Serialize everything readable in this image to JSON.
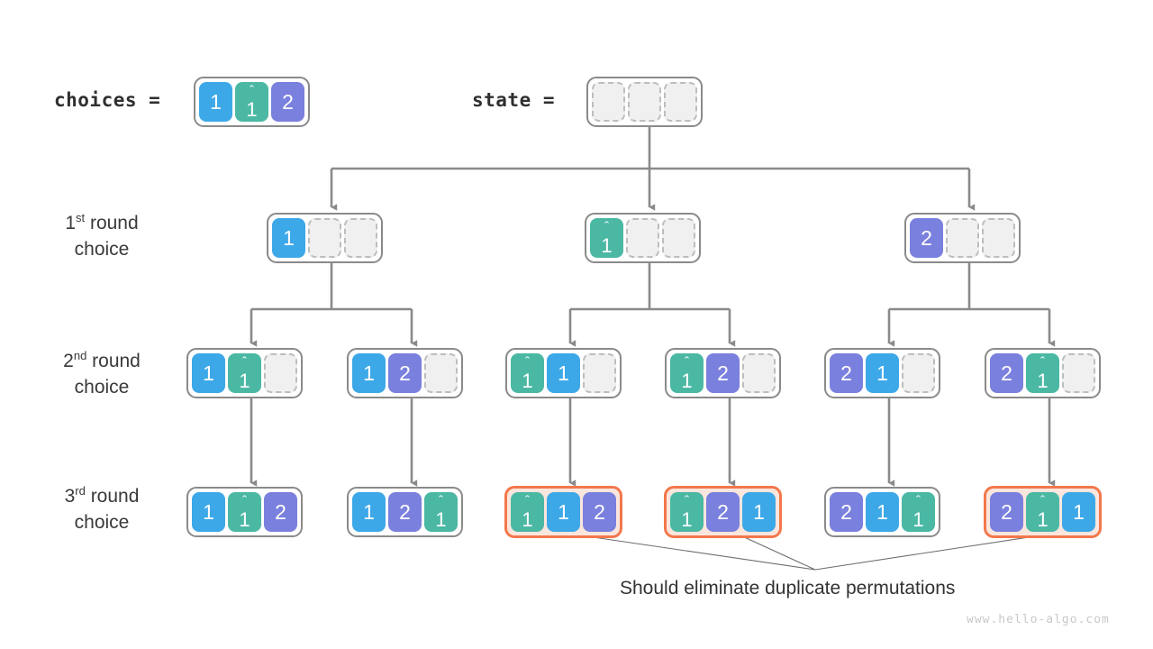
{
  "title": "Permutations backtracking tree with duplicate elements",
  "palette": {
    "blue": "#3da8e8",
    "green": "#4bb8a4",
    "purple": "#7a80dd",
    "empty_fill": "#f0f0f0",
    "empty_border": "#bdbdbd",
    "box_border": "#8a8a8a",
    "highlight_border": "#f2784b",
    "highlight_fill": "#fbe6de",
    "wire": "#8a8a8a",
    "thin_wire": "#707070",
    "text": "#333333",
    "watermark": "#c9c9c9"
  },
  "header": {
    "choices_label": "choices =",
    "state_label": "state =",
    "choices": [
      {
        "value": "1",
        "color": "blue",
        "hat": false
      },
      {
        "value": "1",
        "color": "green",
        "hat": true
      },
      {
        "value": "2",
        "color": "purple",
        "hat": false
      }
    ],
    "state": [
      {
        "value": "",
        "color": "empty",
        "hat": false
      },
      {
        "value": "",
        "color": "empty",
        "hat": false
      },
      {
        "value": "",
        "color": "empty",
        "hat": false
      }
    ]
  },
  "rows": [
    {
      "id": "round-1",
      "label_html": "1<sup>st</sup> round<br>choice",
      "label_text": "1st round choice",
      "nodes": [
        {
          "id": "r1n1",
          "highlight": false,
          "cells": [
            {
              "value": "1",
              "color": "blue",
              "hat": false
            },
            {
              "value": "",
              "color": "empty",
              "hat": false
            },
            {
              "value": "",
              "color": "empty",
              "hat": false
            }
          ]
        },
        {
          "id": "r1n2",
          "highlight": false,
          "cells": [
            {
              "value": "1",
              "color": "green",
              "hat": true
            },
            {
              "value": "",
              "color": "empty",
              "hat": false
            },
            {
              "value": "",
              "color": "empty",
              "hat": false
            }
          ]
        },
        {
          "id": "r1n3",
          "highlight": false,
          "cells": [
            {
              "value": "2",
              "color": "purple",
              "hat": false
            },
            {
              "value": "",
              "color": "empty",
              "hat": false
            },
            {
              "value": "",
              "color": "empty",
              "hat": false
            }
          ]
        }
      ]
    },
    {
      "id": "round-2",
      "label_html": "2<sup>nd</sup> round<br>choice",
      "label_text": "2nd round choice",
      "nodes": [
        {
          "id": "r2n1",
          "highlight": false,
          "cells": [
            {
              "value": "1",
              "color": "blue",
              "hat": false
            },
            {
              "value": "1",
              "color": "green",
              "hat": true
            },
            {
              "value": "",
              "color": "empty",
              "hat": false
            }
          ]
        },
        {
          "id": "r2n2",
          "highlight": false,
          "cells": [
            {
              "value": "1",
              "color": "blue",
              "hat": false
            },
            {
              "value": "2",
              "color": "purple",
              "hat": false
            },
            {
              "value": "",
              "color": "empty",
              "hat": false
            }
          ]
        },
        {
          "id": "r2n3",
          "highlight": false,
          "cells": [
            {
              "value": "1",
              "color": "green",
              "hat": true
            },
            {
              "value": "1",
              "color": "blue",
              "hat": false
            },
            {
              "value": "",
              "color": "empty",
              "hat": false
            }
          ]
        },
        {
          "id": "r2n4",
          "highlight": false,
          "cells": [
            {
              "value": "1",
              "color": "green",
              "hat": true
            },
            {
              "value": "2",
              "color": "purple",
              "hat": false
            },
            {
              "value": "",
              "color": "empty",
              "hat": false
            }
          ]
        },
        {
          "id": "r2n5",
          "highlight": false,
          "cells": [
            {
              "value": "2",
              "color": "purple",
              "hat": false
            },
            {
              "value": "1",
              "color": "blue",
              "hat": false
            },
            {
              "value": "",
              "color": "empty",
              "hat": false
            }
          ]
        },
        {
          "id": "r2n6",
          "highlight": false,
          "cells": [
            {
              "value": "2",
              "color": "purple",
              "hat": false
            },
            {
              "value": "1",
              "color": "green",
              "hat": true
            },
            {
              "value": "",
              "color": "empty",
              "hat": false
            }
          ]
        }
      ]
    },
    {
      "id": "round-3",
      "label_html": "3<sup>rd</sup> round<br>choice",
      "label_text": "3rd round choice",
      "nodes": [
        {
          "id": "r3n1",
          "highlight": false,
          "cells": [
            {
              "value": "1",
              "color": "blue",
              "hat": false
            },
            {
              "value": "1",
              "color": "green",
              "hat": true
            },
            {
              "value": "2",
              "color": "purple",
              "hat": false
            }
          ]
        },
        {
          "id": "r3n2",
          "highlight": false,
          "cells": [
            {
              "value": "1",
              "color": "blue",
              "hat": false
            },
            {
              "value": "2",
              "color": "purple",
              "hat": false
            },
            {
              "value": "1",
              "color": "green",
              "hat": true
            }
          ]
        },
        {
          "id": "r3n3",
          "highlight": true,
          "cells": [
            {
              "value": "1",
              "color": "green",
              "hat": true
            },
            {
              "value": "1",
              "color": "blue",
              "hat": false
            },
            {
              "value": "2",
              "color": "purple",
              "hat": false
            }
          ]
        },
        {
          "id": "r3n4",
          "highlight": true,
          "cells": [
            {
              "value": "1",
              "color": "green",
              "hat": true
            },
            {
              "value": "2",
              "color": "purple",
              "hat": false
            },
            {
              "value": "1",
              "color": "blue",
              "hat": false
            }
          ]
        },
        {
          "id": "r3n5",
          "highlight": false,
          "cells": [
            {
              "value": "2",
              "color": "purple",
              "hat": false
            },
            {
              "value": "1",
              "color": "blue",
              "hat": false
            },
            {
              "value": "1",
              "color": "green",
              "hat": true
            }
          ]
        },
        {
          "id": "r3n6",
          "highlight": true,
          "cells": [
            {
              "value": "2",
              "color": "purple",
              "hat": false
            },
            {
              "value": "1",
              "color": "green",
              "hat": true
            },
            {
              "value": "1",
              "color": "blue",
              "hat": false
            }
          ]
        }
      ]
    }
  ],
  "annotation": {
    "text": "Should eliminate duplicate permutations"
  },
  "watermark": {
    "text": "www.hello-algo.com"
  }
}
